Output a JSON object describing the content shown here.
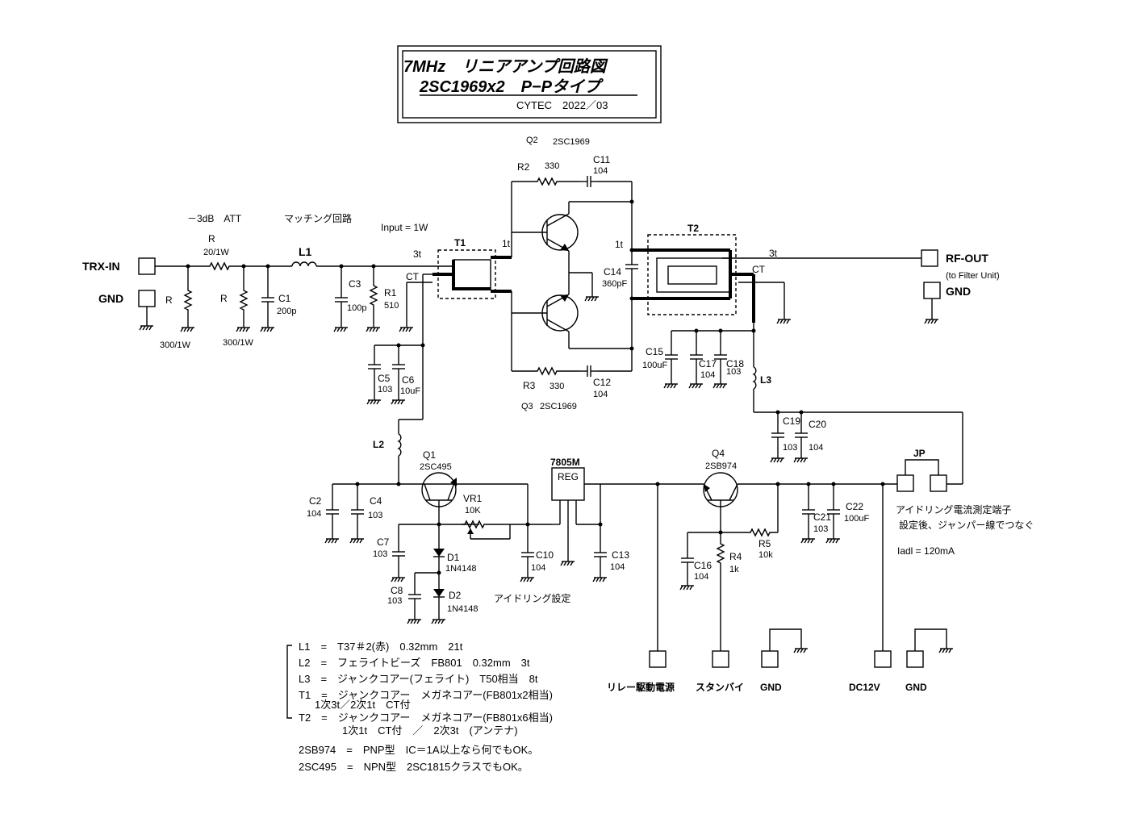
{
  "title": {
    "line1": "7MHz　リニアアンプ回路図",
    "line2": "2SC1969x2　P−Pタイプ",
    "author": "CYTEC　2022／03"
  },
  "terminals": {
    "trx_in": "TRX-IN",
    "gnd_in": "GND",
    "rf_out": "RF-OUT",
    "rf_out_sub": "(to Filter Unit)",
    "gnd_out": "GND",
    "relay": "リレー駆動電源",
    "standby": "スタンバイ",
    "gnd1": "GND",
    "dc12v": "DC12V",
    "gnd2": "GND",
    "jp": "JP"
  },
  "labels": {
    "att": "－3dB　ATT",
    "matching": "マッチング回路",
    "input": "Input = 1W",
    "q2": "Q2",
    "q2_type": "2SC1969",
    "q3": "Q3",
    "q3_type": "2SC1969",
    "r_top": "R",
    "r_top_val": "20/1W",
    "r_left": "R",
    "r_mid": "R",
    "r_left_val": "300/1W",
    "r_mid_val": "300/1W",
    "l1": "L1",
    "c1": "C1",
    "c1_val": "200p",
    "c3": "C3",
    "c3_val": "100p",
    "r1": "R1",
    "r1_val": "510",
    "t1": "T1",
    "t1_3t": "3t",
    "t1_1t": "1t",
    "t1_ct": "CT",
    "t2": "T2",
    "t2_1t": "1t",
    "t2_3t": "3t",
    "t2_ct": "CT",
    "r2": "R2",
    "r2_val": "330",
    "c11": "C11",
    "c11_val": "104",
    "r3": "R3",
    "r3_val": "330",
    "c12": "C12",
    "c12_val": "104",
    "c14": "C14",
    "c14_val": "360pF",
    "c5": "C5",
    "c5_val": "103",
    "c6": "C6",
    "c6_val": "10uF",
    "l2": "L2",
    "c15": "C15",
    "c15_val": "100uF",
    "c17": "C17",
    "c17_val": "104",
    "c18": "C18",
    "c18_val": "103",
    "l3": "L3",
    "c19": "C19",
    "c19_val": "103",
    "c20": "C20",
    "c20_val": "104",
    "q1": "Q1",
    "q1_type": "2SC495",
    "vr1": "VR1",
    "vr1_val": "10K",
    "c2": "C2",
    "c2_val": "104",
    "c4": "C4",
    "c4_val": "103",
    "c7": "C7",
    "c7_val": "103",
    "d1": "D1",
    "d1_val": "1N4148",
    "c8": "C8",
    "c8_val": "103",
    "d2": "D2",
    "d2_val": "1N4148",
    "c10": "C10",
    "c10_val": "104",
    "idle_set": "アイドリング設定",
    "reg_name": "7805M",
    "reg": "REG",
    "c13": "C13",
    "c13_val": "104",
    "q4": "Q4",
    "q4_type": "2SB974",
    "c16": "C16",
    "c16_val": "104",
    "r4": "R4",
    "r4_val": "1k",
    "r5": "R5",
    "r5_val": "10k",
    "c21": "C21",
    "c21_val": "103",
    "c22": "C22",
    "c22_val": "100uF",
    "jp_note1": "アイドリング電流測定端子",
    "jp_note2": "設定後、ジャンパー線でつなぐ",
    "iadl": "Iadl = 120mA"
  },
  "notes": [
    "L1　=　T37＃2(赤)　0.32mm　21t",
    "L2　=　フェライトビーズ　FB801　0.32mm　3t",
    "L3　=　ジャンクコアー(フェライト)　T50相当　8t",
    "T1　=　ジャンクコアー　メガネコアー(FB801x2相当)",
    "1次3t／2次1t　CT付",
    "T2　=　ジャンクコアー　メガネコアー(FB801x6相当)",
    "1次1t　CT付　／　2次3t　(アンテナ)",
    "2SB974　=　PNP型　IC＝1A以上なら何でもOK。",
    "2SC495　=　NPN型　2SC1815クラスでもOK。"
  ]
}
